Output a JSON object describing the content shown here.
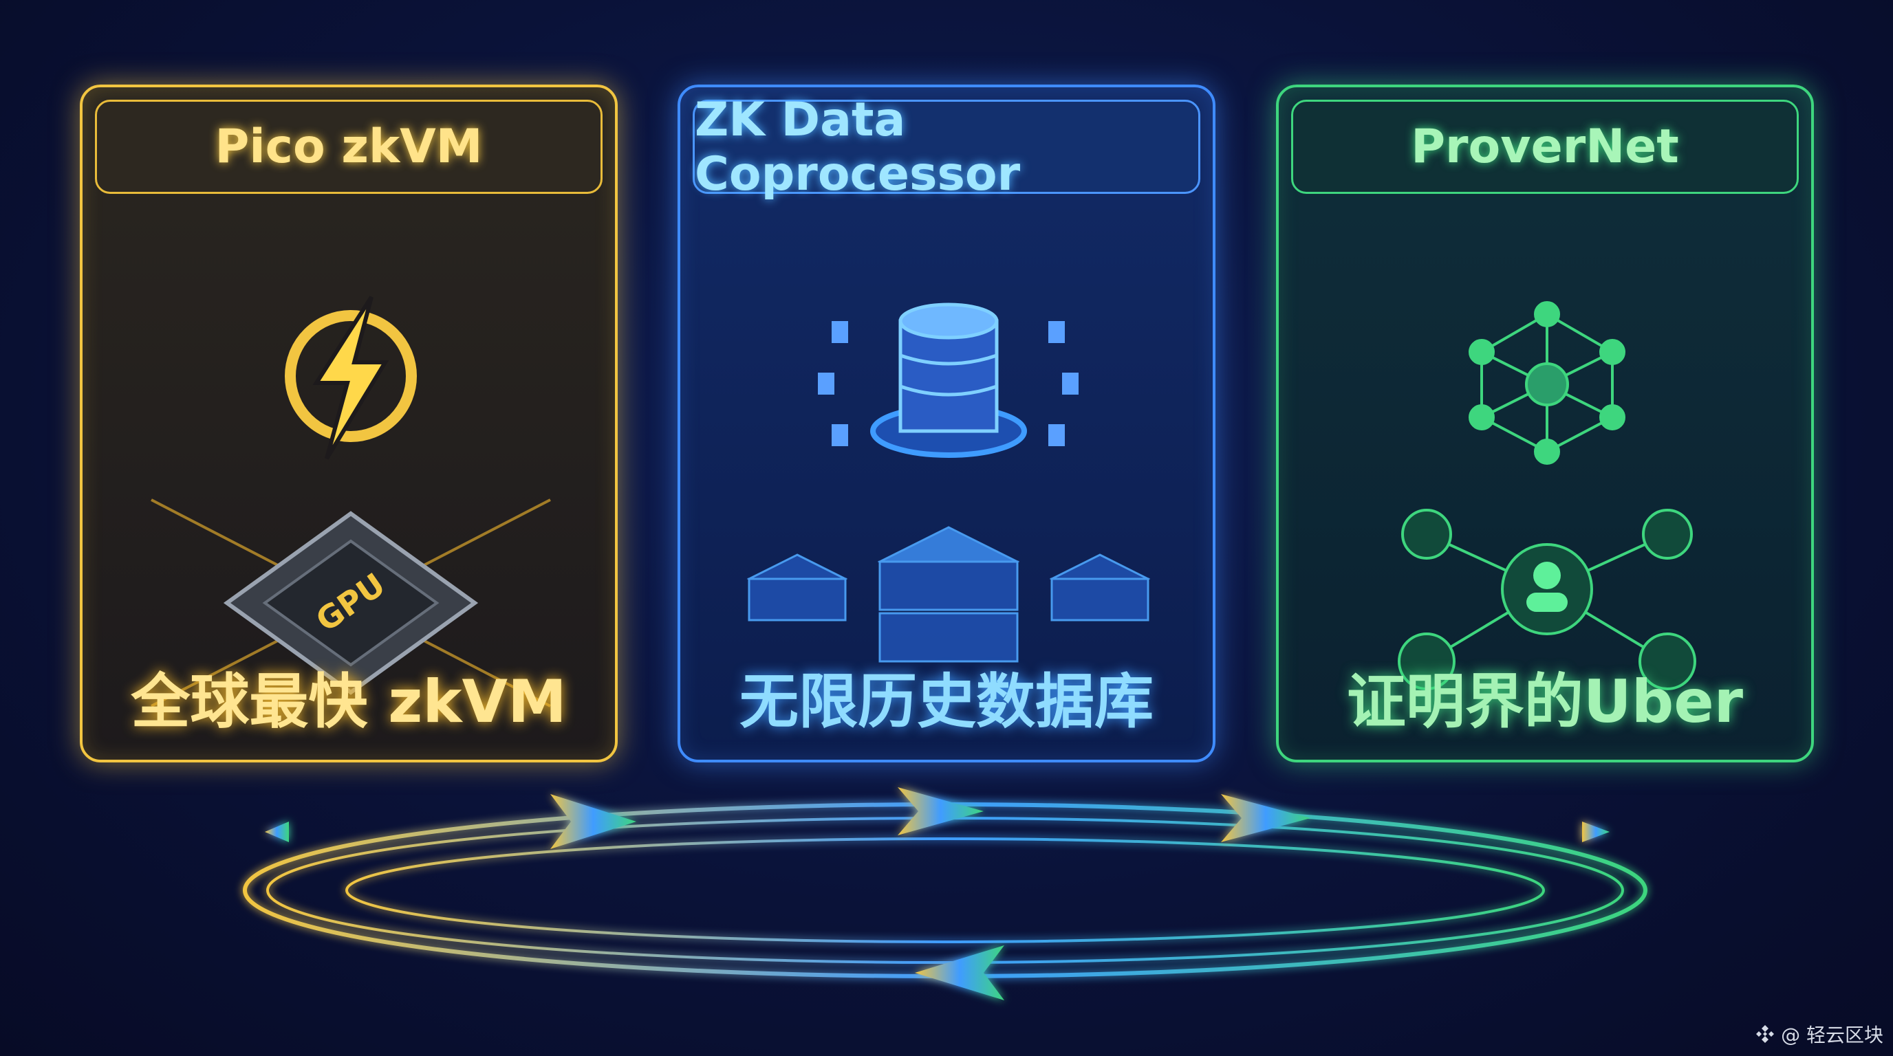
{
  "cards": [
    {
      "title": "Pico zkVM",
      "subtitle": "全球最快 zkVM",
      "chip_label": "GPU",
      "color": "#f2c541"
    },
    {
      "title": "ZK Data Coprocessor",
      "subtitle": "无限历史数据库",
      "color": "#3f8cff"
    },
    {
      "title": "ProverNet",
      "subtitle": "证明界的Uber",
      "color": "#3ed67e"
    }
  ],
  "watermark": {
    "text": "@ 轻云区块",
    "icon": "binance-logo-icon"
  }
}
